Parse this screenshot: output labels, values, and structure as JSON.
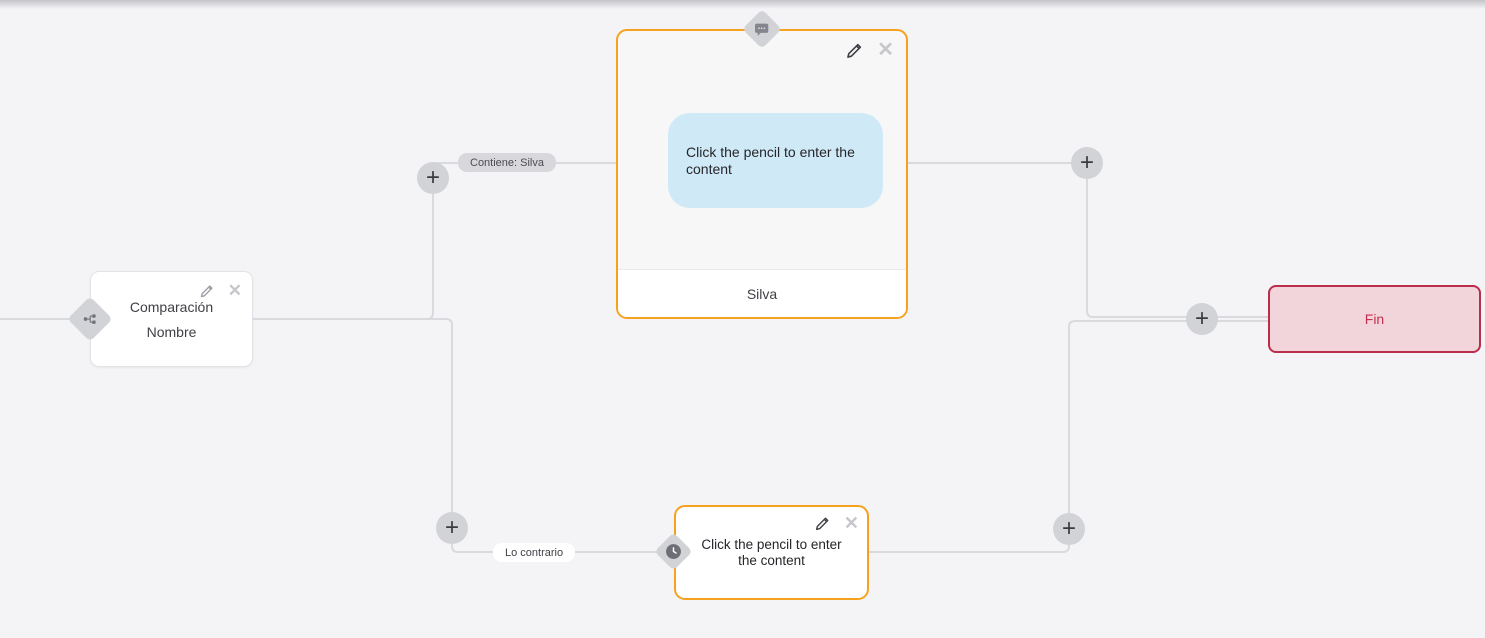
{
  "colors": {
    "canvas_bg": "#f4f4f6",
    "edge_line": "#d9d9de",
    "accent_orange": "#f6a21e",
    "bubble_blue": "#cfe9f6",
    "end_bg": "#f2d5da",
    "end_border": "#bb2d4d",
    "port_gray": "#d2d3d7"
  },
  "glyphs": {
    "plus": "+",
    "close": "✕"
  },
  "nodes": {
    "condition": {
      "line1": "Comparación",
      "line2": "Nombre"
    },
    "message": {
      "placeholder": "Click the pencil to enter the content",
      "footer": "Silva"
    },
    "action": {
      "placeholder": "Click the pencil to enter the content"
    },
    "end": {
      "label": "Fin"
    }
  },
  "edges": {
    "contains_label": "Contiene: Silva",
    "otherwise_label": "Lo contrario"
  }
}
